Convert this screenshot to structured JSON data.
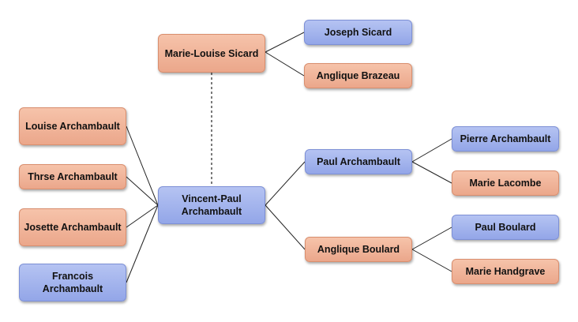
{
  "colors": {
    "female_fill": "#eba78b",
    "male_fill": "#93a6e8",
    "connector": "#222222"
  },
  "nodes": {
    "marie_louise_sicard": {
      "label": "Marie-Louise Sicard",
      "gender": "female"
    },
    "joseph_sicard": {
      "label": "Joseph Sicard",
      "gender": "male"
    },
    "anglique_brazeau": {
      "label": "Anglique Brazeau",
      "gender": "female"
    },
    "louise_archambault": {
      "label": "Louise Archambault",
      "gender": "female"
    },
    "thrse_archambault": {
      "label": "Thrse Archambault",
      "gender": "female"
    },
    "josette_archambault": {
      "label": "Josette Archambault",
      "gender": "female"
    },
    "francois_archambault": {
      "label": "Francois Archambault",
      "gender": "male"
    },
    "vincent_paul_archambault": {
      "label": "Vincent-Paul Archambault",
      "gender": "male"
    },
    "paul_archambault": {
      "label": "Paul Archambault",
      "gender": "male"
    },
    "anglique_boulard": {
      "label": "Anglique Boulard",
      "gender": "female"
    },
    "pierre_archambault": {
      "label": "Pierre Archambault",
      "gender": "male"
    },
    "marie_lacombe": {
      "label": "Marie Lacombe",
      "gender": "female"
    },
    "paul_boulard": {
      "label": "Paul Boulard",
      "gender": "male"
    },
    "marie_handgrave": {
      "label": "Marie Handgrave",
      "gender": "female"
    }
  }
}
